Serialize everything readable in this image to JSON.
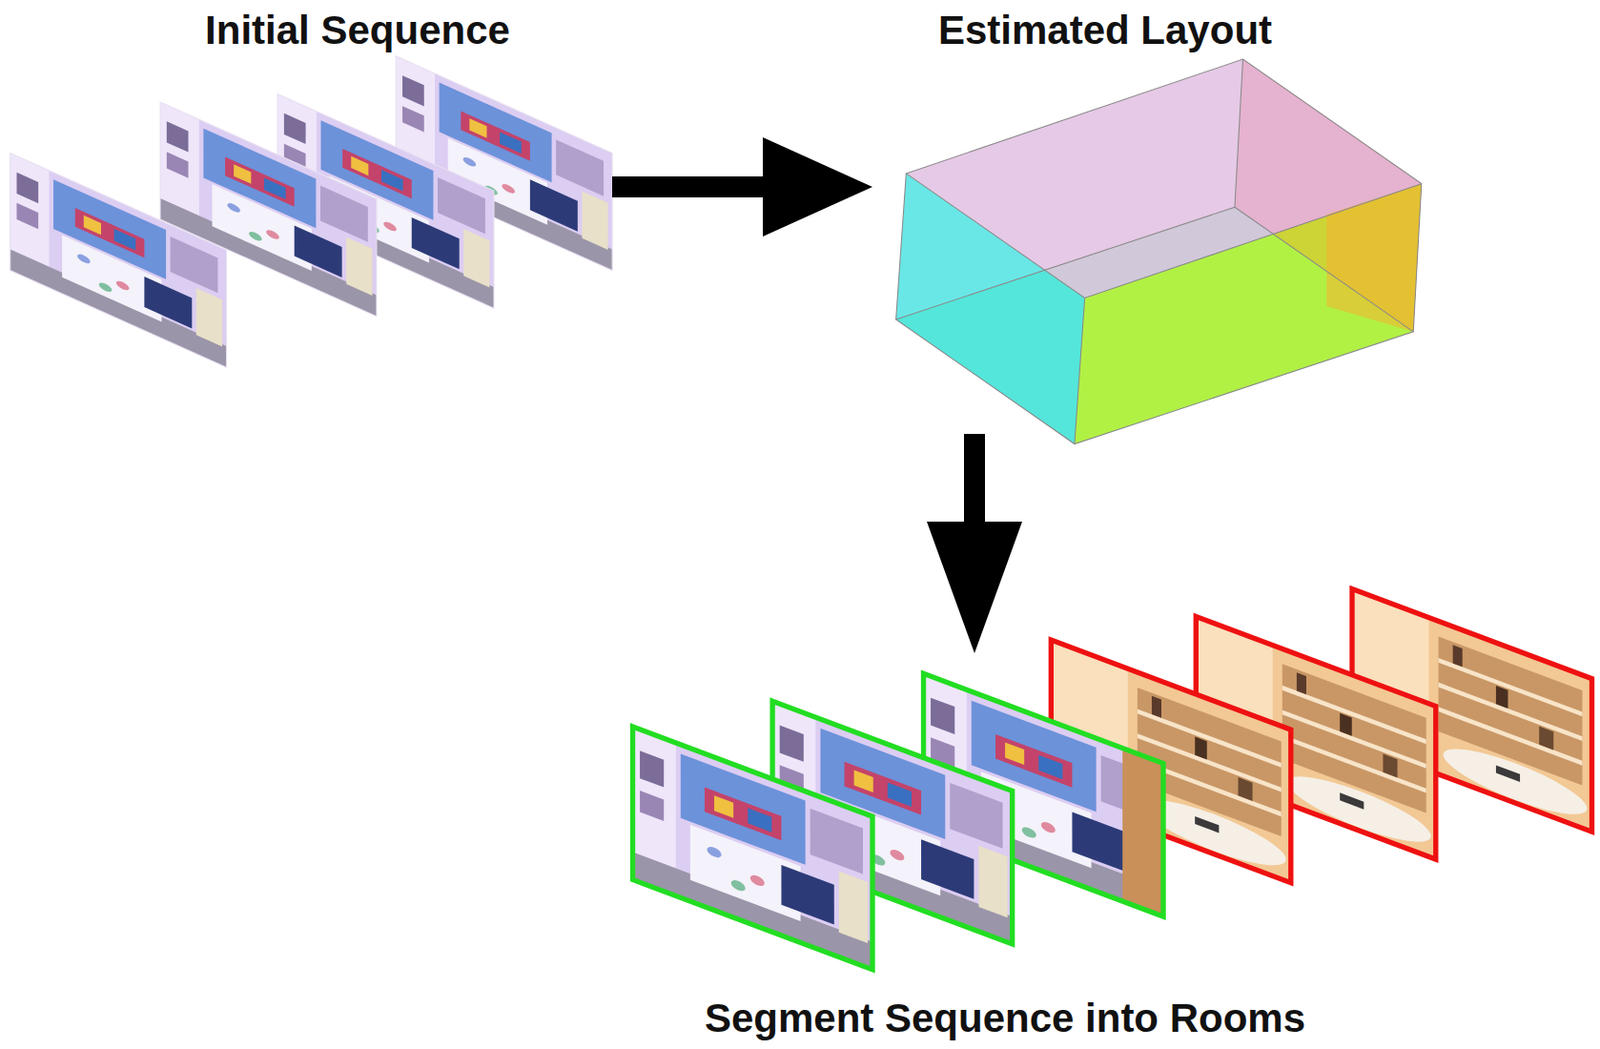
{
  "diagram": {
    "nodes": [
      {
        "text": [
          "Initial Sequence"
        ]
      },
      {
        "text": [
          "Estimated Layout"
        ]
      },
      {
        "text": [
          "Segment Sequence into Rooms"
        ]
      }
    ],
    "edges": [
      {
        "from": 0,
        "to": 1,
        "arrow": "to"
      },
      {
        "from": 1,
        "to": 2,
        "arrow": "to"
      }
    ]
  }
}
